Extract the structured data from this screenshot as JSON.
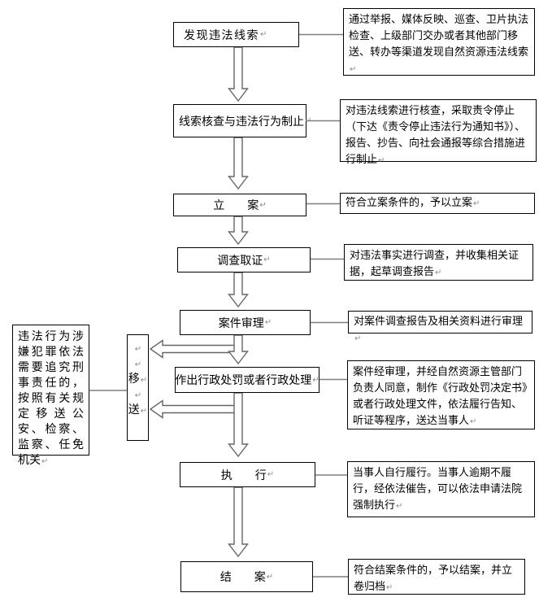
{
  "glyphs": {
    "return_mark": "↵"
  },
  "colors": {
    "background": "#ffffff",
    "box_border": "#000000",
    "connector_line": "#7f7f7f",
    "arrow_outline": "#666666",
    "text": "#000000",
    "return_mark": "#8a8a8a"
  },
  "steps": [
    {
      "label": "发现违法线索",
      "note": "通过举报、媒体反映、巡查、卫片执法检查、上级部门交办或者其他部门移送、转办等渠道发现自然资源违法线索"
    },
    {
      "label": "线索核查与违法行为制止",
      "note": "对违法线索进行核查，采取责令停止（下达《责令停止违法行为通知书》）、报告、抄告、向社会通报等综合措施进行制止"
    },
    {
      "label": "立　　案",
      "note": "符合立案条件的，予以立案"
    },
    {
      "label": "调查取证",
      "note": "对违法事实进行调查，并收集相关证据，起草调查报告"
    },
    {
      "label": "案件审理",
      "note": "对案件调查报告及相关资料进行审理"
    },
    {
      "label": "作出行政处罚或者行政处理",
      "note": "案件经审理，并经自然资源主管部门负责人同意，制作《行政处罚决定书》或者行政处理文件，依法履行告知、听证等程序，送达当事人"
    },
    {
      "label": "执　　行",
      "note": "当事人自行履行。当事人逾期不履行，经依法催告，可以依法申请法院强制执行"
    },
    {
      "label": "结　　案",
      "note": "符合结案条件的，予以结案，并立卷归档"
    }
  ],
  "transfer_note": "违法行为涉嫌犯罪依法需要追究刑事责任的，按照有关规定移送公安、检察、监察、任免机关",
  "transfer": {
    "rows": [
      {
        "ch": "",
        "mark": "↵"
      },
      {
        "ch": "",
        "mark": "↵"
      },
      {
        "ch": "移",
        "mark": "↵"
      },
      {
        "ch": "",
        "mark": "↵"
      },
      {
        "ch": "送",
        "mark": "↵"
      }
    ]
  }
}
